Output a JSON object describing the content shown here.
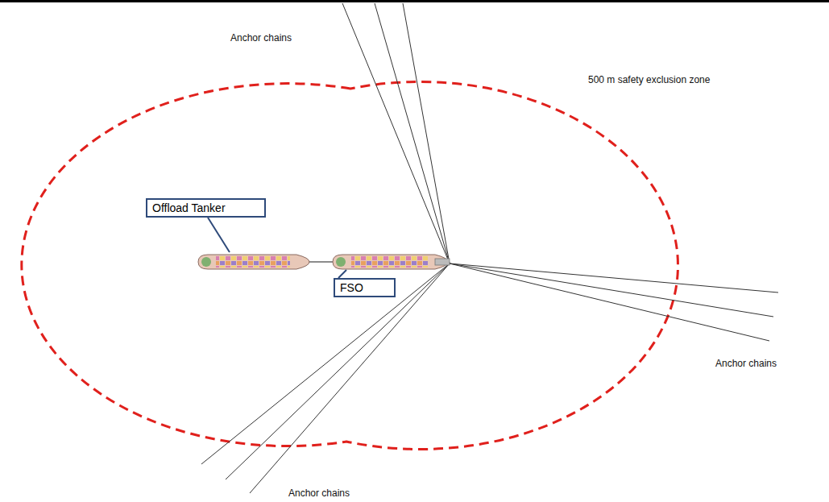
{
  "diagram": {
    "nodes": [
      {
        "text": [
          "Offload Tanker"
        ]
      },
      {
        "text": [
          "FSO"
        ]
      }
    ],
    "labels": [
      "Anchor chains",
      "500 m safety exclusion zone",
      "Anchor chains",
      "Anchor chains"
    ]
  }
}
